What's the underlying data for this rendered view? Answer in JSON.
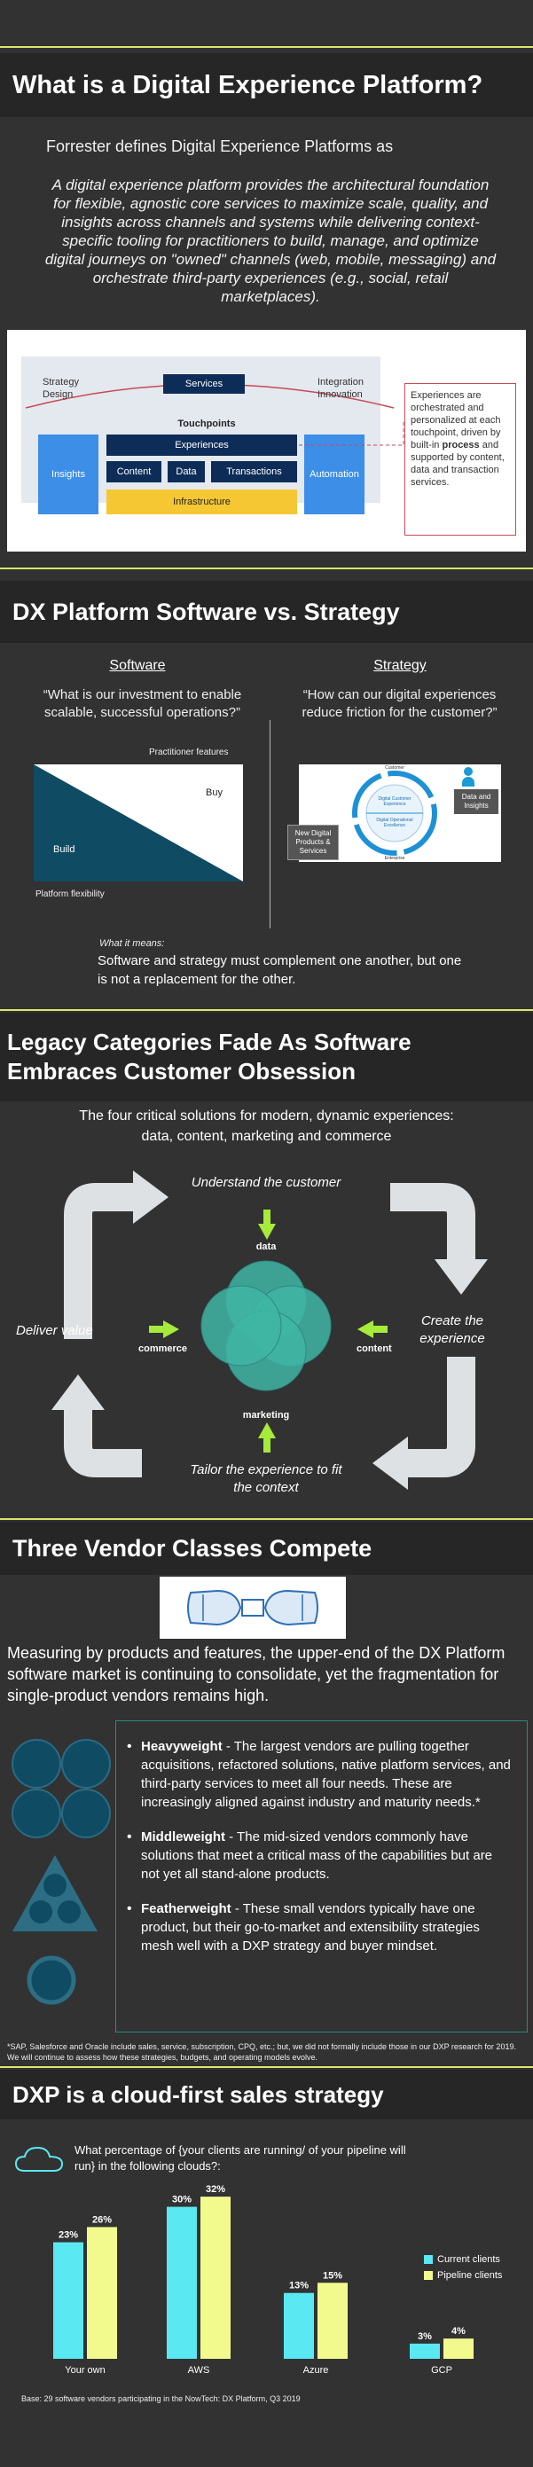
{
  "s1": {
    "title": "What is a Digital Experience Platform?",
    "intro": "Forrester defines Digital Experience Platforms as",
    "quote": "A digital experience platform provides the architectural foundation for flexible, agnostic core services to maximize scale, quality, and insights across channels and systems while delivering context-specific tooling for practitioners to build, manage, and optimize digital journeys on \"owned\" channels (web, mobile, messaging) and orchestrate third-party experiences (e.g., social, retail marketplaces).",
    "diagram": {
      "strategy": "Strategy\nDesign",
      "services": "Services",
      "integration": "Integration\nInnovation",
      "touchpoints": "Touchpoints",
      "experiences": "Experiences",
      "insights": "Insights",
      "content": "Content",
      "data": "Data",
      "transactions": "Transactions",
      "automation": "Automation",
      "infrastructure": "Infrastructure"
    },
    "callout_before": "Experiences are orchestrated and personalized at each touchpoint, driven by built-in ",
    "callout_bold": "process",
    "callout_after": " and supported by content, data and transaction services."
  },
  "s2": {
    "title": "DX Platform Software vs. Strategy",
    "software_head": "Software",
    "strategy_head": "Strategy",
    "software_q": "“What is our investment to enable scalable, successful operations?”",
    "strategy_q": "“How can our digital experiences reduce friction for the customer?”",
    "practitioner": "Practitioner features",
    "buy": "Buy",
    "build": "Build",
    "platform_flex": "Platform flexibility",
    "cycle_top": "Customer",
    "cycle_bottom": "Enterprise",
    "cycle_inner_top": "Digital Customer\nExperience",
    "cycle_inner_bottom": "Digital Operational\nExcellence",
    "data_insights": "Data and\nInsights",
    "new_digital": "New Digital\nProducts &\nServices",
    "meaning_label": "What it means:",
    "meaning_text": "Software and strategy must complement one another, but one is not a replacement for the other."
  },
  "s3": {
    "title_line1": "Legacy Categories Fade As Software",
    "title_line2": "Embraces Customer Obsession",
    "sub_line1": "The four critical solutions for modern, dynamic experiences:",
    "sub_line2": "data, content, marketing and commerce",
    "understand": "Understand the customer",
    "create": "Create the\nexperience",
    "tailor": "Tailor the experience to fit\nthe context",
    "deliver": "Deliver value",
    "data": "data",
    "content": "content",
    "marketing": "marketing",
    "commerce": "commerce"
  },
  "s4": {
    "title": "Three Vendor Classes Compete",
    "intro": "Measuring by products and features, the upper-end of the DX Platform software market is continuing to consolidate, yet the fragmentation for single-product vendors remains high.",
    "heavy_name": "Heavyweight",
    "heavy_text": " - The largest vendors are pulling together acquisitions, refactored solutions, native platform services, and third-party services to meet all four needs. These are increasingly aligned against industry and maturity needs.*",
    "middle_name": "Middleweight",
    "middle_text": " - The mid-sized vendors commonly have solutions that meet a critical mass of the capabilities but are not yet all stand-alone products.",
    "feather_name": "Featherweight",
    "feather_text": " - These small vendors typically have one product, but their go-to-market and extensibility strategies mesh well with a DXP strategy and buyer mindset.",
    "footnote": "*SAP, Salesforce and Oracle include sales, service, subscription, CPQ, etc.; but, we did not formally include those in our DXP research for 2019. We will continue to assess how these strategies, budgets, and operating models evolve."
  },
  "s5": {
    "title": "DXP is a cloud-first sales strategy",
    "question": "What percentage of {your clients are running/ of your pipeline will run} in the following clouds?:",
    "base": "Base: 29 software vendors participating in the NowTech: DX Platform, Q3 2019"
  },
  "chart_data": {
    "type": "bar",
    "title": "What percentage of {your clients are running/ of your pipeline will run} in the following clouds?:",
    "categories": [
      "Your own",
      "AWS",
      "Azure",
      "GCP"
    ],
    "series": [
      {
        "name": "Current clients",
        "values": [
          23,
          30,
          13,
          3
        ],
        "labels": [
          "23%",
          "30%",
          "13%",
          "3%"
        ],
        "color": "#5ae8f2"
      },
      {
        "name": "Pipeline clients",
        "values": [
          26,
          32,
          15,
          4
        ],
        "labels": [
          "26%",
          "32%",
          "15%",
          "4%"
        ],
        "color": "#f2fa8e"
      }
    ],
    "ylim": [
      0,
      35
    ],
    "legend": "right",
    "grid": false
  },
  "colors": {
    "accent_yellow": "#d6e76a",
    "teal": "#0f4c63",
    "bar_cyan": "#5ae8f2",
    "bar_yellow": "#f2fa8e",
    "dark_bg": "#323232"
  }
}
